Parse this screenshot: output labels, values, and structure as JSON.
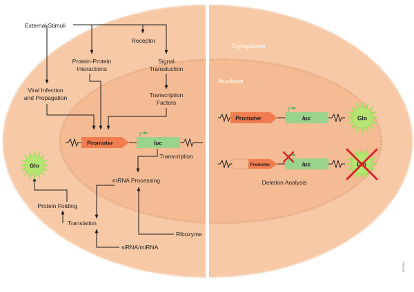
{
  "regions": {
    "cytoplasm": "Cytoplasm",
    "nucleus": "Nucleus"
  },
  "labels": {
    "external_stimuli": "External Stimuli",
    "receptor": "Receptor",
    "protein_protein_1": "Protein-Protein",
    "protein_protein_2": "Interactions",
    "signal_1": "Signal",
    "signal_2": "Transduction",
    "viral_1": "Viral Infection",
    "viral_2": "and Propagation",
    "tf_1": "Transcription",
    "tf_2": "Factors",
    "transcription": "Transcription",
    "mrna_processing": "mRNA Processing",
    "protein_folding": "Protein Folding",
    "translation": "Translation",
    "ribozyme": "Ribozyme",
    "sirna": "siRNA/miRNA",
    "deletion_analysis": "Deletion Analysis"
  },
  "constructs": {
    "promoter": "Promoter",
    "luc": "luc",
    "glo": "Glo"
  },
  "figure_id": "5676MA",
  "colors": {
    "cell_fill": "#f8c9a6",
    "cell_border": "#f0e4d6",
    "nucleus_fill": "#f5ba92",
    "promoter": "#ef7d4f",
    "luc": "#9ad38b",
    "glo_burst": "#a6df63",
    "deletion_mark": "#d9252a"
  }
}
